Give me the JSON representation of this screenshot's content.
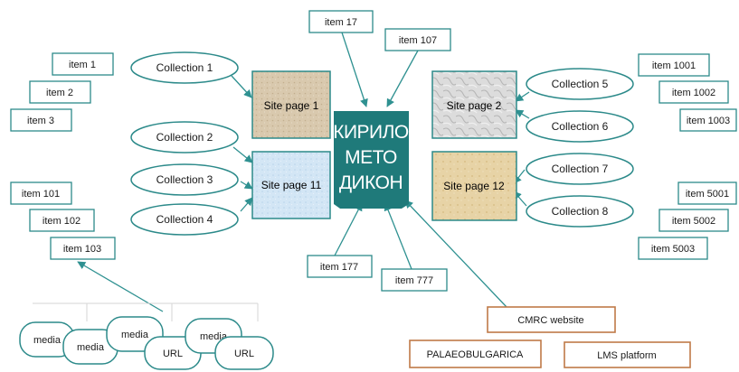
{
  "center_logo": {
    "lines": [
      "КИРИЛО",
      "МЕТО",
      "ДИКОН"
    ]
  },
  "site_pages": [
    {
      "id": "sp1",
      "label": "Site page 1"
    },
    {
      "id": "sp2",
      "label": "Site page 2"
    },
    {
      "id": "sp11",
      "label": "Site page 11"
    },
    {
      "id": "sp12",
      "label": "Site page 12"
    }
  ],
  "collections": [
    {
      "id": "c1",
      "label": "Collection 1"
    },
    {
      "id": "c2",
      "label": "Collection 2"
    },
    {
      "id": "c3",
      "label": "Collection 3"
    },
    {
      "id": "c4",
      "label": "Collection 4"
    },
    {
      "id": "c5",
      "label": "Collection 5"
    },
    {
      "id": "c6",
      "label": "Collection 6"
    },
    {
      "id": "c7",
      "label": "Collection 7"
    },
    {
      "id": "c8",
      "label": "Collection 8"
    }
  ],
  "items": [
    {
      "id": "i1",
      "label": "item 1"
    },
    {
      "id": "i2",
      "label": "item 2"
    },
    {
      "id": "i3",
      "label": "item 3"
    },
    {
      "id": "i101",
      "label": "item 101"
    },
    {
      "id": "i102",
      "label": "item 102"
    },
    {
      "id": "i103",
      "label": "item 103"
    },
    {
      "id": "i17",
      "label": "item 17"
    },
    {
      "id": "i107",
      "label": "item 107"
    },
    {
      "id": "i177",
      "label": "item 177"
    },
    {
      "id": "i777",
      "label": "item 777"
    },
    {
      "id": "i1001",
      "label": "item 1001"
    },
    {
      "id": "i1002",
      "label": "item 1002"
    },
    {
      "id": "i1003",
      "label": "item 1003"
    },
    {
      "id": "i5001",
      "label": "item 5001"
    },
    {
      "id": "i5002",
      "label": "item 5002"
    },
    {
      "id": "i5003",
      "label": "item 5003"
    }
  ],
  "media_nodes": [
    {
      "id": "m1",
      "label": "media"
    },
    {
      "id": "m2",
      "label": "media"
    },
    {
      "id": "m3",
      "label": "media"
    },
    {
      "id": "m4",
      "label": "media"
    },
    {
      "id": "u1",
      "label": "URL"
    },
    {
      "id": "u2",
      "label": "URL"
    }
  ],
  "external_sites": [
    {
      "id": "cmrc",
      "label": "CMRC website"
    },
    {
      "id": "palaeo",
      "label": "PALAEOBULGARICA"
    },
    {
      "id": "lms",
      "label": "LMS platform"
    }
  ],
  "colors": {
    "teal": "#2c8a8a",
    "logo_bg": "#1f7a7a",
    "orange": "#c07a48",
    "arrow": "#2f9191",
    "site_page_1": "#d7c7ad",
    "site_page_2": "#d8d8d8",
    "site_page_11": "#cfe3f3",
    "site_page_12": "#e6d2a4"
  }
}
